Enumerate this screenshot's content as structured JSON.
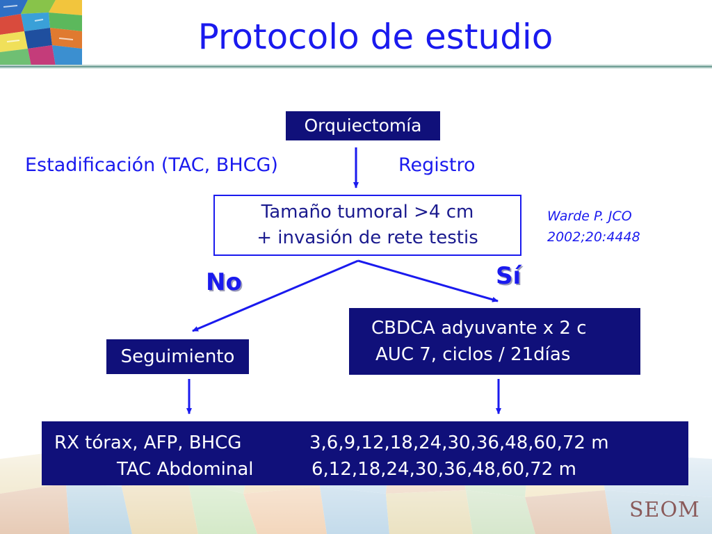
{
  "slide": {
    "title": "Protocolo de estudio",
    "brand_logo_text": "SEOM",
    "colors": {
      "title": "#1a1aee",
      "box_fill": "#10107a",
      "arrow": "#1a1aee",
      "outline": "#1a1aee"
    }
  },
  "flow": {
    "start_box": "Orquiectomía",
    "left_label": "Estadificación (TAC, BHCG)",
    "right_label": "Registro",
    "criteria_box": {
      "line1": "Tamaño tumoral >4 cm",
      "line2": "+ invasión de rete testis"
    },
    "reference": {
      "line1": "Warde P. JCO",
      "line2": "2002;20:4448"
    },
    "branch_no": "No",
    "branch_yes": "Sí",
    "no_box": "Seguimiento",
    "yes_box": {
      "line1": "CBDCA adyuvante x 2 c",
      "line2": "AUC 7, ciclos / 21días"
    },
    "followup_box": {
      "row1_label": "RX tórax, AFP, BHCG",
      "row1_schedule": "3,6,9,12,18,24,30,36,48,60,72 m",
      "row2_label": "TAC Abdominal",
      "row2_schedule": "6,12,18,24,30,36,48,60,72 m"
    }
  }
}
